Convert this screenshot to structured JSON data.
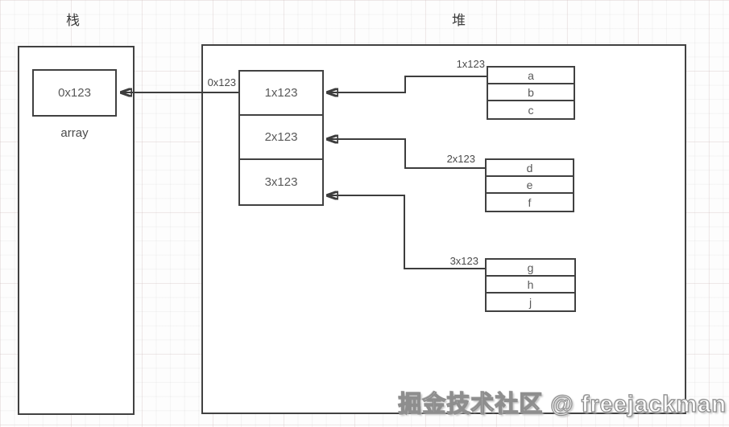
{
  "titles": {
    "stack": "栈",
    "heap": "堆"
  },
  "stack": {
    "pointer_value": "0x123",
    "var_name": "array"
  },
  "heap": {
    "array_block": {
      "label": "0x123",
      "cells": [
        "1x123",
        "2x123",
        "3x123"
      ]
    },
    "objects": [
      {
        "label": "1x123",
        "cells": [
          "a",
          "b",
          "c"
        ]
      },
      {
        "label": "2x123",
        "cells": [
          "d",
          "e",
          "f"
        ]
      },
      {
        "label": "3x123",
        "cells": [
          "g",
          "h",
          "j"
        ]
      }
    ]
  },
  "watermark": {
    "text": "掘金技术社区 @ freejackman"
  },
  "colors": {
    "line": "#3d3d3d",
    "box_border": "#414141",
    "box_text": "#595959",
    "watermark_fill": "#ffffff"
  }
}
